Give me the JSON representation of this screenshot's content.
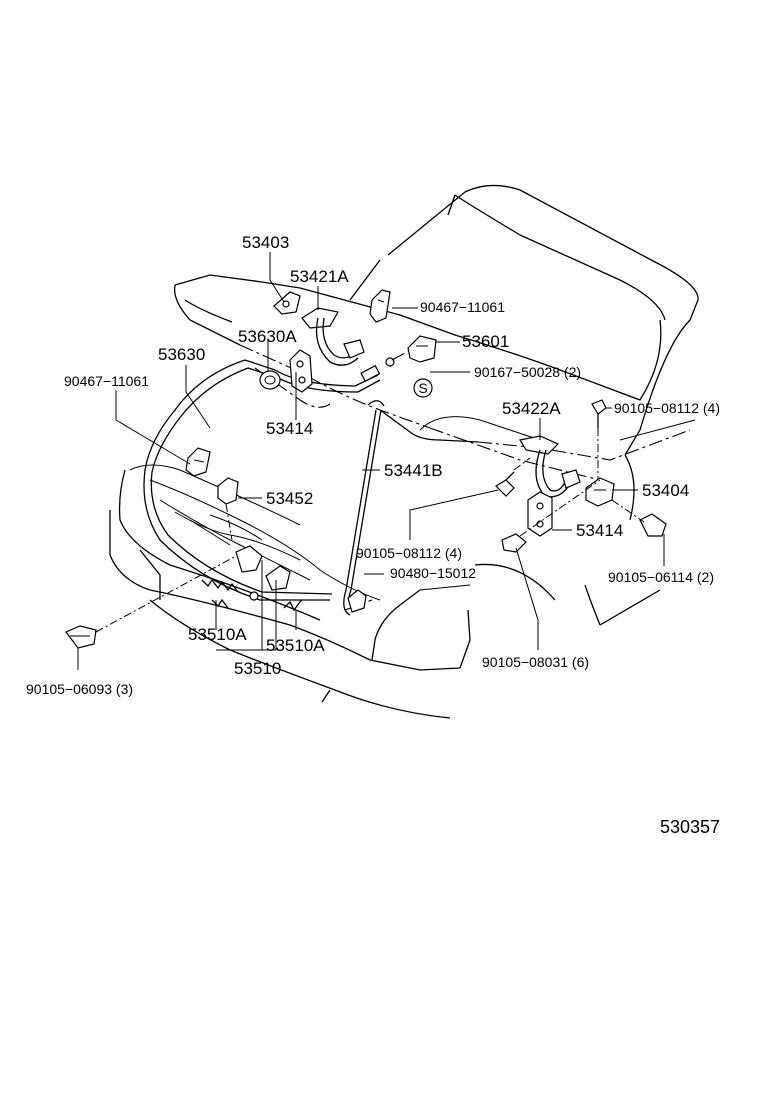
{
  "diagram": {
    "labels": {
      "p53403": "53403",
      "p53421A": "53421A",
      "p90467_11061_top": "90467−11061",
      "p53630A": "53630A",
      "p53630": "53630",
      "p53601": "53601",
      "p90467_11061_left": "90467−11061",
      "p90167_50028": "90167−50028 (2)",
      "p53422A": "53422A",
      "p90105_08112_top": "90105−08112 (4)",
      "p53414_left": "53414",
      "p53441B": "53441B",
      "p53404": "53404",
      "p53452": "53452",
      "p53414_right": "53414",
      "p90105_08112_mid": "90105−08112 (4)",
      "p90480_15012": "90480−15012",
      "p90105_06114": "90105−06114 (2)",
      "p53510A_left": "53510A",
      "p53510A_right": "53510A",
      "p53510": "53510",
      "p90105_08031": "90105−08031 (6)",
      "p90105_06093": "90105−06093 (3)",
      "washer_mark": "S"
    },
    "reference_number": "530357"
  }
}
